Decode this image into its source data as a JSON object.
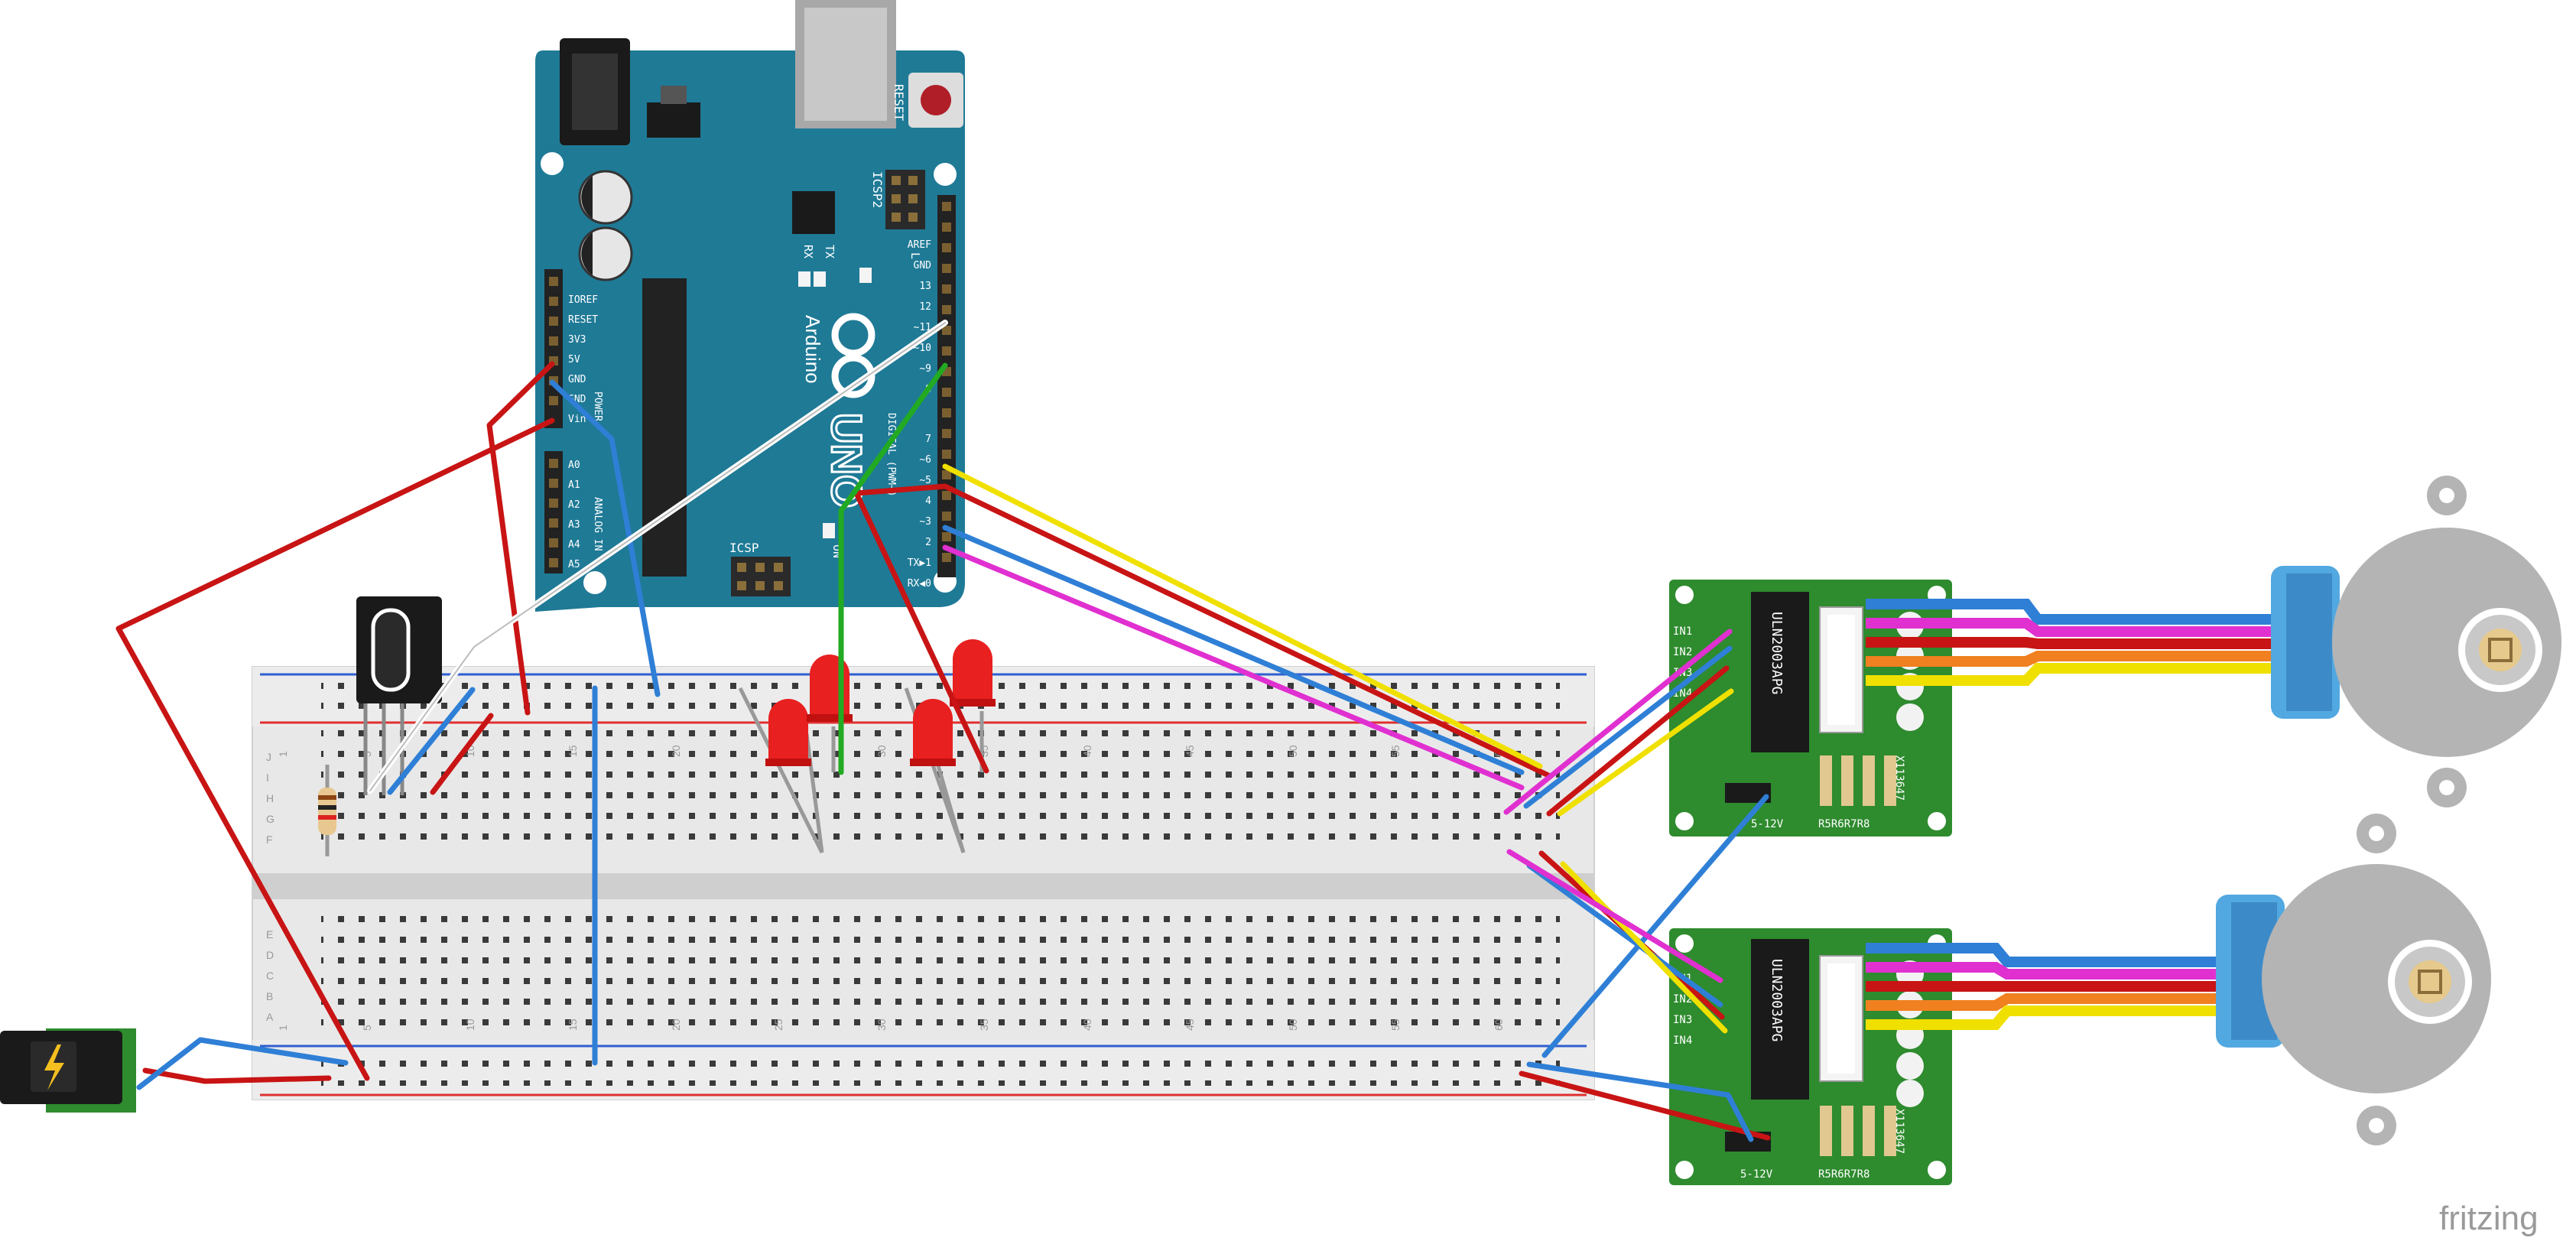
{
  "arduino": {
    "reset_label": "RESET",
    "icsp2_label": "ICSP2",
    "icsp_label": "ICSP",
    "tx_label": "TX",
    "rx_label": "RX",
    "l_label": "L",
    "brand_label": "Arduino",
    "model_label": "UNO",
    "on_label": "ON",
    "power_group_label": "POWER",
    "analog_group_label": "ANALOG IN",
    "digital_group_label": "DIGITAL (PWM~)",
    "power_pins": [
      "IOREF",
      "RESET",
      "3V3",
      "5V",
      "GND",
      "GND",
      "Vin"
    ],
    "analog_pins": [
      "A0",
      "A1",
      "A2",
      "A3",
      "A4",
      "A5"
    ],
    "digital_pins": [
      "AREF",
      "GND",
      "13",
      "12",
      "~11",
      "~10",
      "~9",
      "8",
      "7",
      "~6",
      "~5",
      "4",
      "~3",
      "2",
      "TX▶1",
      "RX◀0"
    ]
  },
  "breadboard": {
    "column_numbers": [
      "1",
      "5",
      "10",
      "15",
      "20",
      "25",
      "30",
      "35",
      "40",
      "45",
      "50",
      "55",
      "60"
    ],
    "top_row_letters": [
      "J",
      "I",
      "H",
      "G",
      "F"
    ],
    "bottom_row_letters": [
      "E",
      "D",
      "C",
      "B",
      "A"
    ]
  },
  "drivers": [
    {
      "chip_label": "ULN2003APG",
      "input_labels": [
        "IN1",
        "IN2",
        "IN3",
        "IN4"
      ],
      "power_label": "5-12V",
      "resistor_labels": "R5R6R7R8",
      "side_label": "X113647"
    },
    {
      "chip_label": "ULN2003APG",
      "input_labels": [
        "IN1",
        "IN2",
        "IN3",
        "IN4"
      ],
      "power_label": "5-12V",
      "resistor_labels": "R5R6R7R8",
      "side_label": "X113647"
    }
  ],
  "watermark": "fritzing",
  "colors": {
    "arduino_board": "#1f7a96",
    "driver_board": "#2e8b2e",
    "breadboard": "#e8e8e8",
    "wire_red": "#c81414",
    "wire_blue": "#2f7fd6",
    "wire_white": "#f2f2f2",
    "wire_green": "#22aa22",
    "wire_yellow": "#f0e000",
    "wire_magenta": "#e030d0",
    "wire_orange": "#f08020",
    "led_red": "#e82020",
    "motor_gray": "#b4b4b4",
    "motor_blue_cap": "#52a8e0"
  }
}
